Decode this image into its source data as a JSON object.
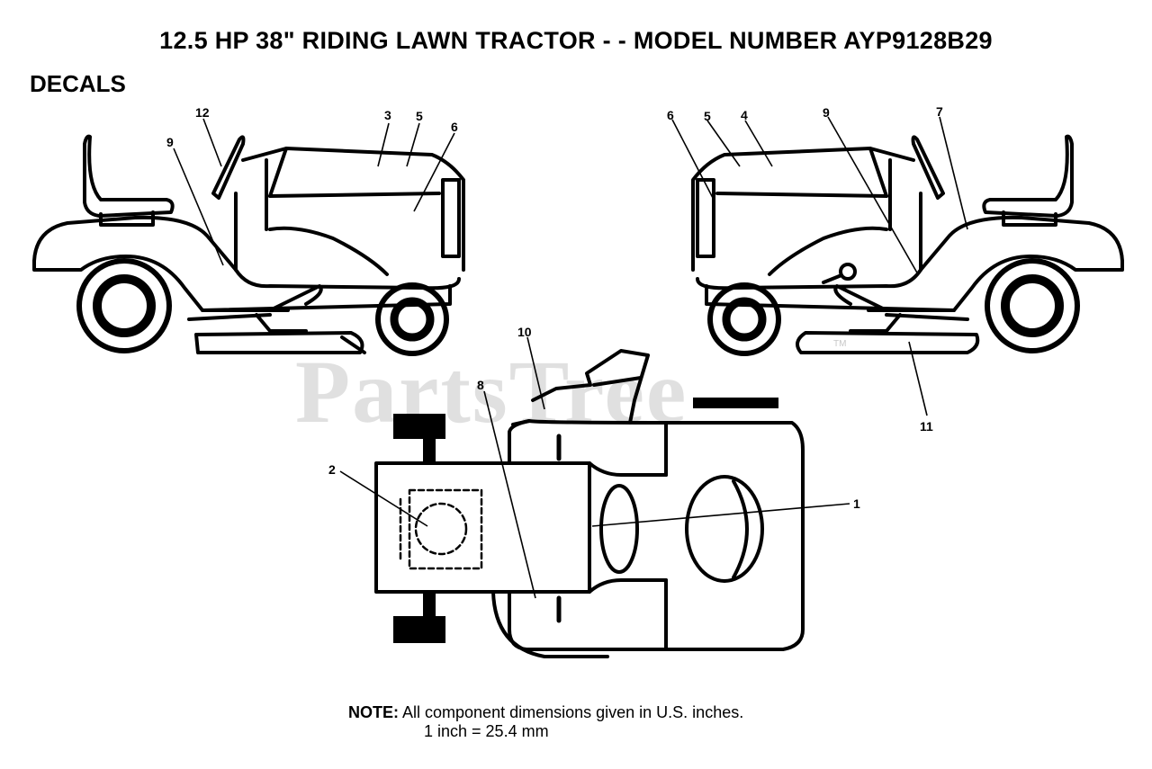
{
  "title": "12.5 HP 38\" RIDING LAWN TRACTOR - - MODEL NUMBER AYP9128B29",
  "section": "DECALS",
  "watermark": "PartsTree",
  "watermark_tm": "TM",
  "callouts": {
    "c1": "1",
    "c2": "2",
    "c3": "3",
    "c4": "4",
    "c5a": "5",
    "c5b": "5",
    "c6a": "6",
    "c6b": "6",
    "c7": "7",
    "c8": "8",
    "c9a": "9",
    "c9b": "9",
    "c10": "10",
    "c11": "11",
    "c12": "12"
  },
  "note": {
    "label": "NOTE:",
    "line1": "All component dimensions given in U.S. inches.",
    "line2": "1 inch = 25.4 mm"
  }
}
